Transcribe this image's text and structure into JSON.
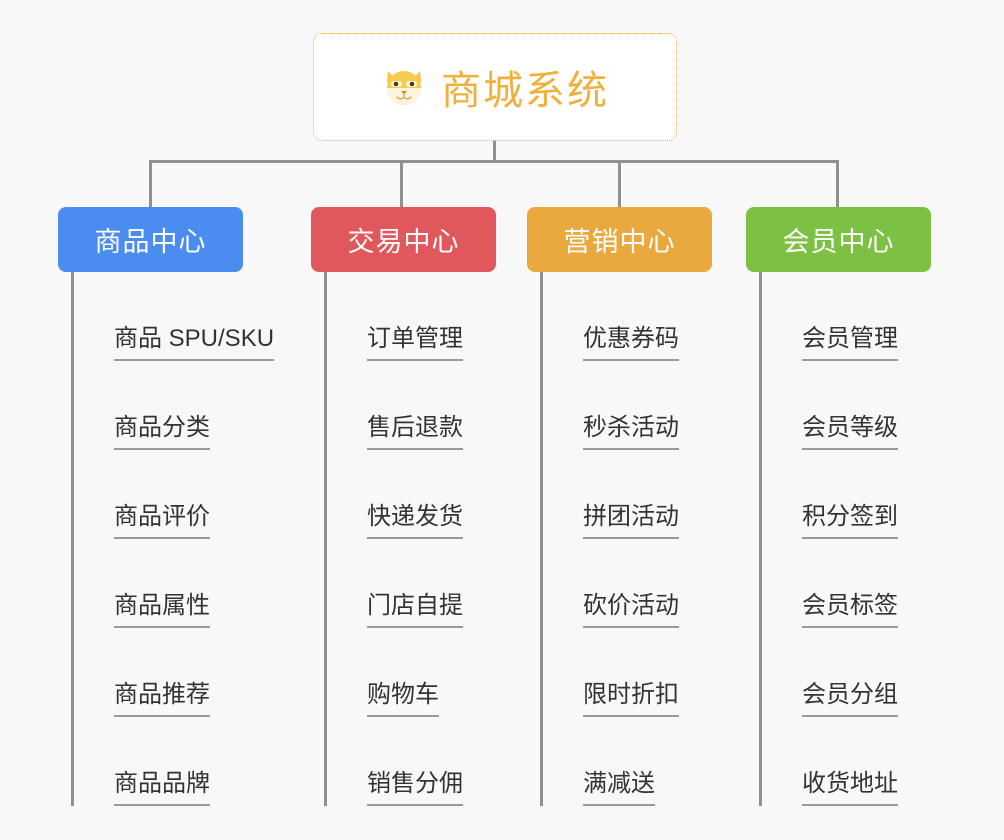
{
  "page": {
    "background": "#f8f8f8",
    "line_color": "#909090",
    "leaf_text_color": "#333333",
    "leaf_underline_color": "#9a9a9a"
  },
  "root": {
    "title": "商城系统",
    "emoji_name": "shiba-dog-face-emoji",
    "text_color": "#f0b03c",
    "border_color": "#eab14c",
    "background": "#ffffff"
  },
  "branches": [
    {
      "label": "商品中心",
      "color": "#4a8cf0",
      "items": [
        "商品 SPU/SKU",
        "商品分类",
        "商品评价",
        "商品属性",
        "商品推荐",
        "商品品牌"
      ]
    },
    {
      "label": "交易中心",
      "color": "#e0585b",
      "items": [
        "订单管理",
        "售后退款",
        "快递发货",
        "门店自提",
        "购物车",
        "销售分佣"
      ]
    },
    {
      "label": "营销中心",
      "color": "#eaa93e",
      "items": [
        "优惠券码",
        "秒杀活动",
        "拼团活动",
        "砍价活动",
        "限时折扣",
        "满减送"
      ]
    },
    {
      "label": "会员中心",
      "color": "#7cc143",
      "items": [
        "会员管理",
        "会员等级",
        "积分签到",
        "会员标签",
        "会员分组",
        "收货地址"
      ]
    }
  ]
}
